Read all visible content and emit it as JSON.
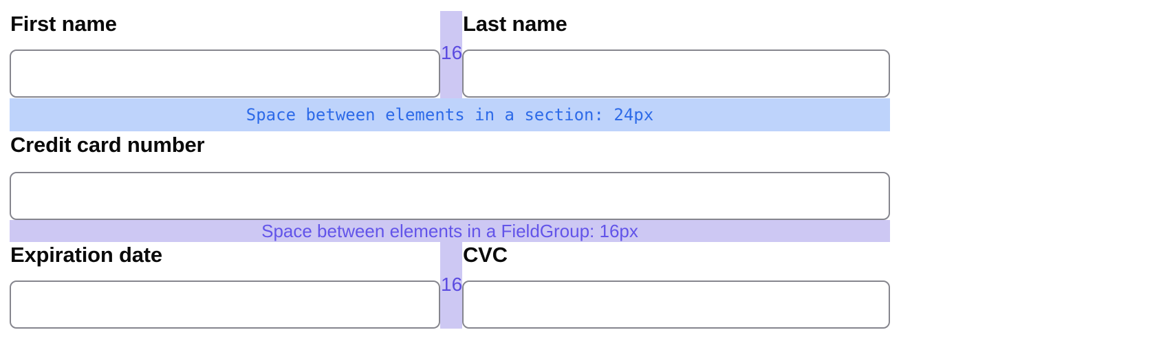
{
  "annotations": {
    "section_gap_label": "Space between elements in a section: 24px",
    "fieldgroup_gap_label": "Space between elements in a FieldGroup: 16px",
    "column_gap_label": "16"
  },
  "colors": {
    "section_gap_bg": "#bed3fb",
    "section_gap_text": "#2d6ae8",
    "fieldgroup_gap_bg": "#cdc8f3",
    "fieldgroup_gap_text": "#6254e9",
    "column_gap_bg": "#cdc8f3",
    "column_gap_text": "#5b4be0",
    "input_border": "#85858d",
    "label_text": "#0a0a0a"
  },
  "form": {
    "rows": [
      {
        "fields": [
          {
            "label": "First name",
            "value": ""
          },
          {
            "label": "Last name",
            "value": ""
          }
        ]
      },
      {
        "fields": [
          {
            "label": "Credit card number",
            "value": ""
          }
        ]
      },
      {
        "fields": [
          {
            "label": "Expiration date",
            "value": ""
          },
          {
            "label": "CVC",
            "value": ""
          }
        ]
      }
    ]
  }
}
